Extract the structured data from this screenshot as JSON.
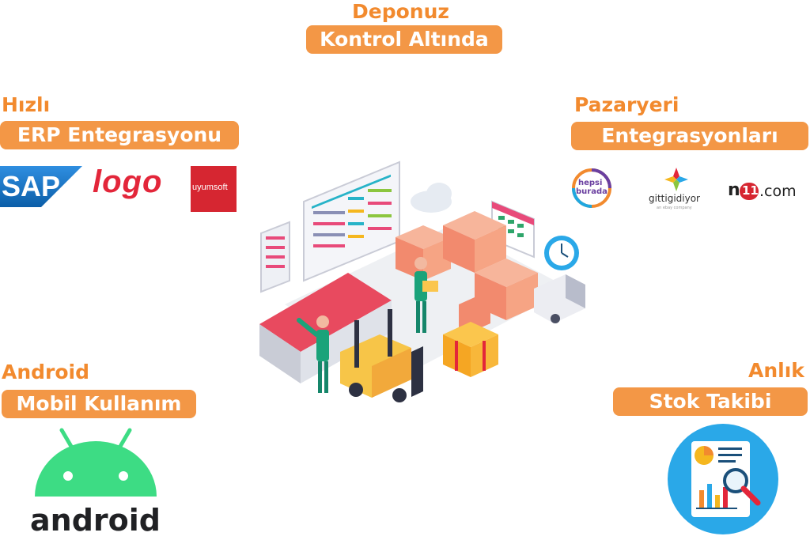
{
  "sections": {
    "top": {
      "line1": "Deponuz",
      "line2": "Kontrol Altında"
    },
    "erp": {
      "line1": "Hızlı",
      "line2": "ERP Entegrasyonu"
    },
    "marketplace": {
      "line1": "Pazaryeri",
      "line2": "Entegrasyonları"
    },
    "android": {
      "line1": "Android",
      "line2": "Mobil Kullanım"
    },
    "stock": {
      "line1": "Anlık",
      "line2": "Stok Takibi"
    }
  },
  "erp_logos": {
    "sap": "SAP",
    "logo": "logo",
    "uyumsoft": "uyumsoft"
  },
  "marketplace_logos": {
    "hepsiburada_line1": "hepsi",
    "hepsiburada_line2": "burada",
    "gittigidiyor": "gittigidiyor",
    "gittigidiyor_sub": "an ebay company",
    "n11_n": "n",
    "n11_11": "11",
    "n11_com": ".com"
  },
  "android_logo": {
    "wordmark": "android"
  },
  "colors": {
    "accent": "#f39746",
    "accent_text": "#f28a2e",
    "sap_blue": "#1a73c8",
    "logo_red": "#e3263a",
    "uyumsoft_red": "#d62631",
    "android_green": "#3ddc84",
    "stock_blue": "#2aa8e8"
  }
}
